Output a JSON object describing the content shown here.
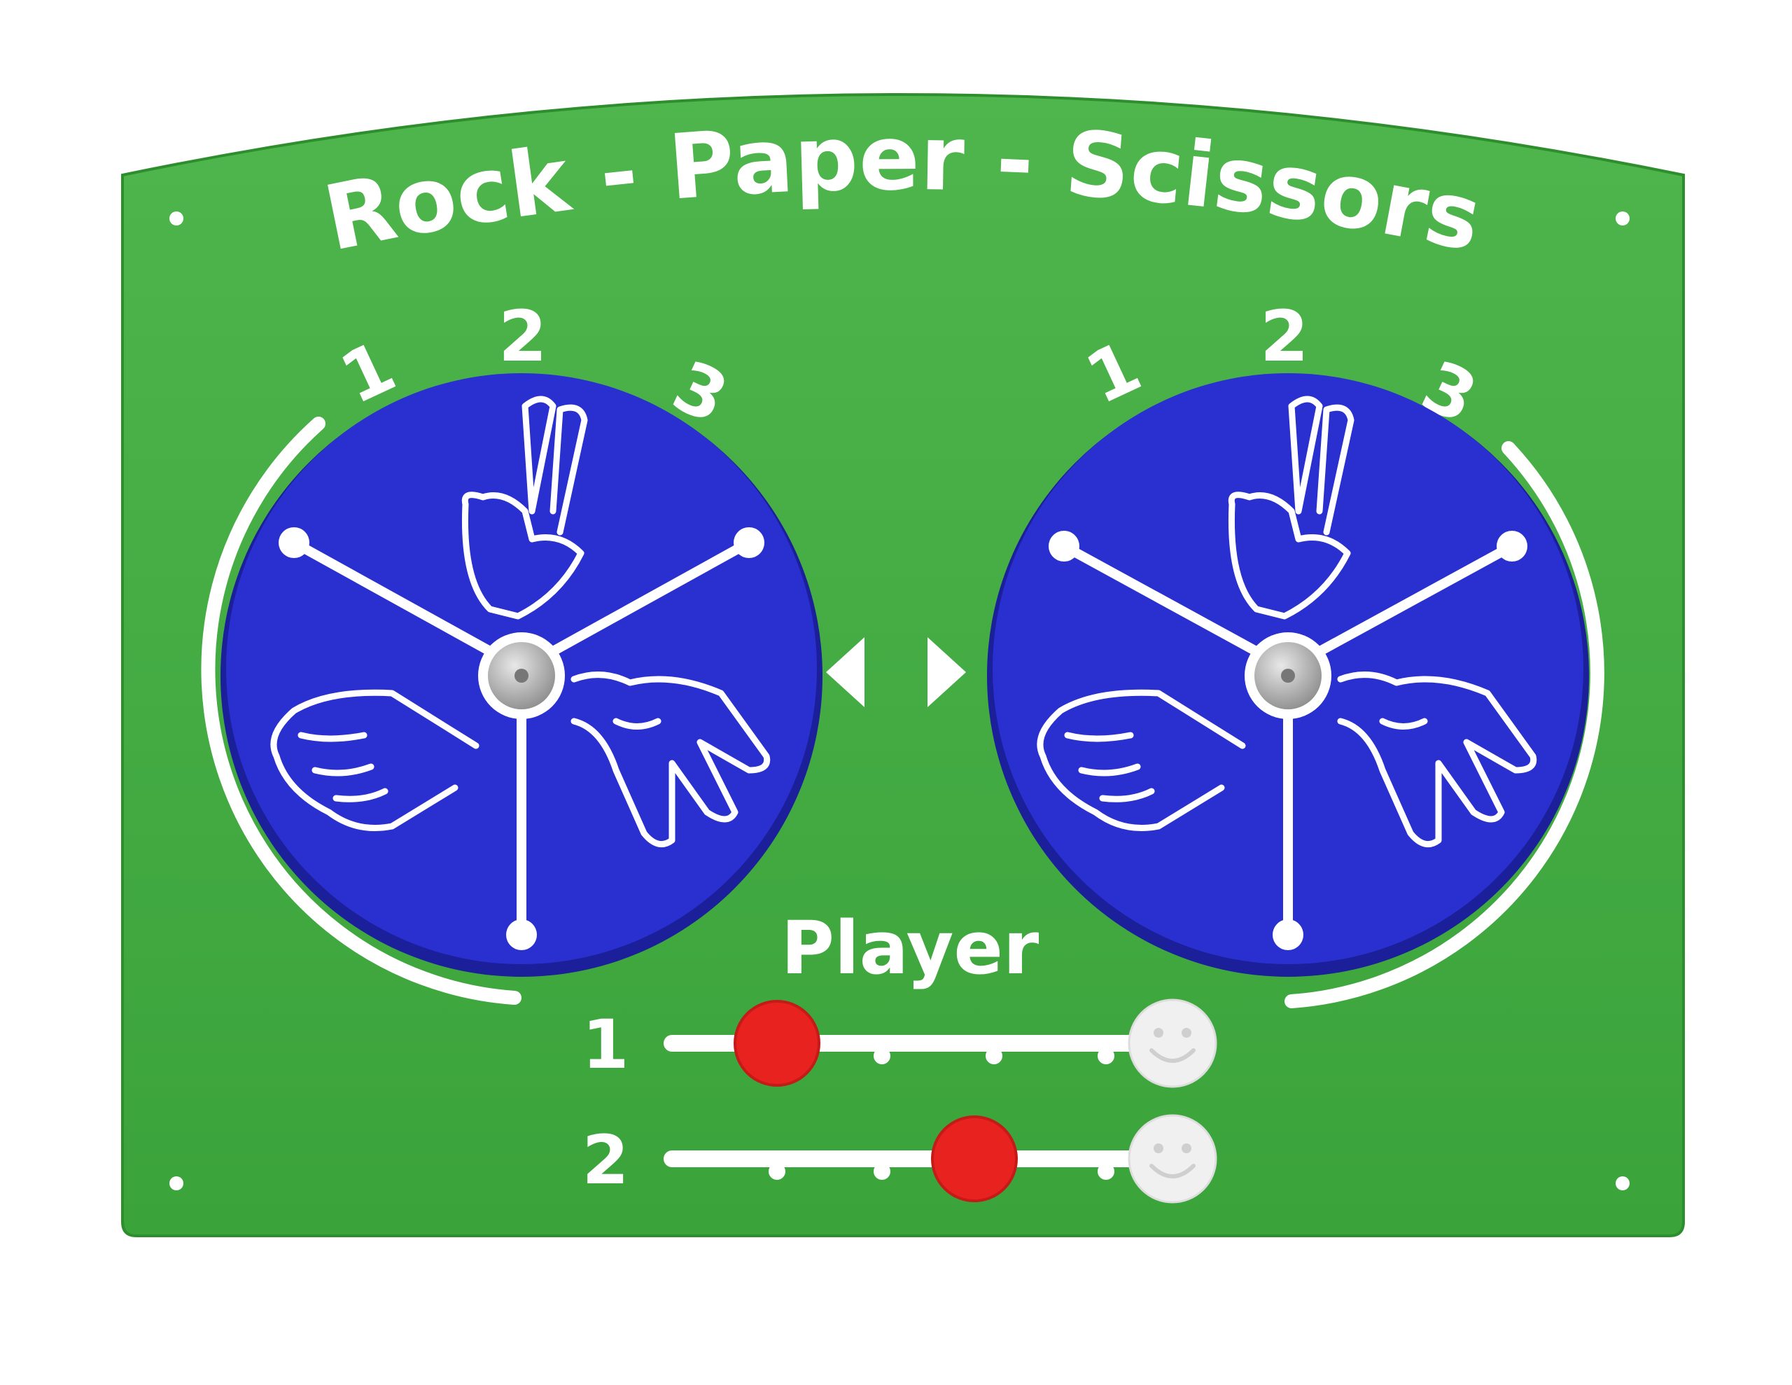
{
  "title": "Rock - Paper - Scissors",
  "player_label": "Player",
  "colors": {
    "panel": "#3da83d",
    "panel_edge": "#2e8e2e",
    "wheel": "#2a2fd0",
    "wheel_edge": "#1b1f9a",
    "line": "#ffffff",
    "marker": "#e8231f",
    "smiley": "#f0f0f0",
    "hub": "#b8b8b8"
  },
  "wheels": [
    {
      "id": "left",
      "numbers": [
        "1",
        "2",
        "3"
      ],
      "icons": [
        "scissors-hand-icon",
        "rock-fist-icon",
        "paper-hand-icon"
      ]
    },
    {
      "id": "right",
      "numbers": [
        "1",
        "2",
        "3"
      ],
      "icons": [
        "scissors-hand-icon",
        "rock-fist-icon",
        "paper-hand-icon"
      ]
    }
  ],
  "arrows": [
    "arrow-left-icon",
    "arrow-right-icon"
  ],
  "score_tracks": [
    {
      "label": "1",
      "marker_position": 0.0,
      "goal_icon": "smiley-icon"
    },
    {
      "label": "2",
      "marker_position": 0.6,
      "goal_icon": "smiley-icon"
    }
  ]
}
